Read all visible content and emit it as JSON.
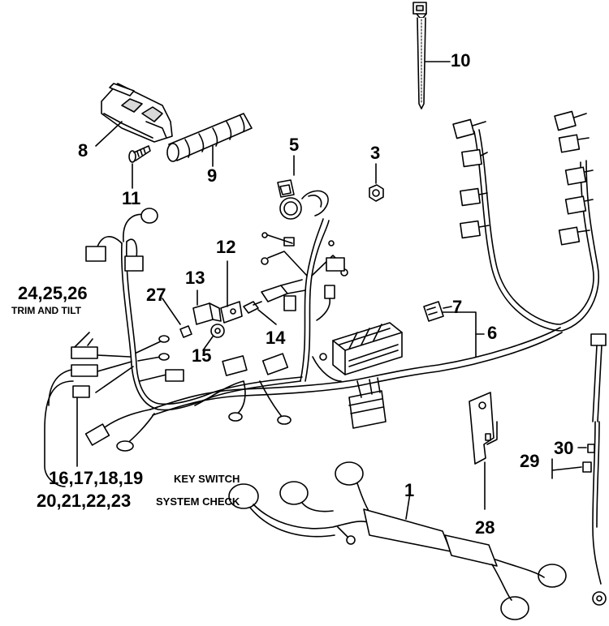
{
  "callouts": {
    "n1": "1",
    "n3": "3",
    "n5": "5",
    "n6": "6",
    "n7": "7",
    "n8": "8",
    "n9": "9",
    "n10": "10",
    "n11": "11",
    "n12": "12",
    "n13": "13",
    "n14": "14",
    "n15": "15",
    "n27": "27",
    "n28": "28",
    "n29": "29",
    "n30": "30"
  },
  "groups": {
    "trim_tilt_numbers": "24,25,26",
    "trim_tilt_label": "TRIM AND TILT",
    "key_switch_numbers": "16,17,18,19",
    "key_switch_label": "KEY SWITCH",
    "system_check_numbers": "20,21,22,23",
    "system_check_label": "SYSTEM CHECK"
  },
  "colors": {
    "line": "#000000",
    "fill": "#ffffff",
    "shade": "#d9d9d9"
  }
}
